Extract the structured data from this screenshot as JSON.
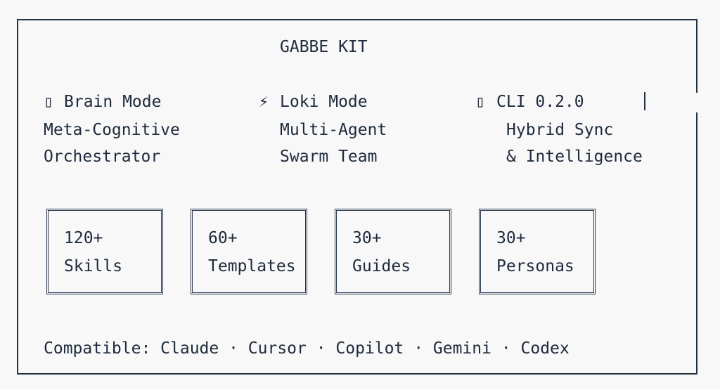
{
  "header": {
    "title": "GABBE KIT"
  },
  "modes": [
    {
      "icon": "brain-icon",
      "title": "Brain Mode",
      "line1": "Meta-Cognitive",
      "line2": "Orchestrator"
    },
    {
      "icon": "lightning-icon",
      "title": "Loki Mode",
      "line1": "Multi-Agent",
      "line2": "Swarm Team"
    },
    {
      "icon": "terminal-icon",
      "title": "CLI 0.2.0",
      "line1": "Hybrid Sync",
      "line2": "& Intelligence"
    }
  ],
  "stats": [
    {
      "value": "120+",
      "label": "Skills"
    },
    {
      "value": "60+",
      "label": "Templates"
    },
    {
      "value": "30+",
      "label": "Guides"
    },
    {
      "value": "30+",
      "label": "Personas"
    }
  ],
  "footer": {
    "compatible": "Compatible: Claude · Cursor · Copilot · Gemini · Codex"
  },
  "colors": {
    "text": "#1e2a3c",
    "border": "#243246",
    "background": "#f8f8f8"
  }
}
